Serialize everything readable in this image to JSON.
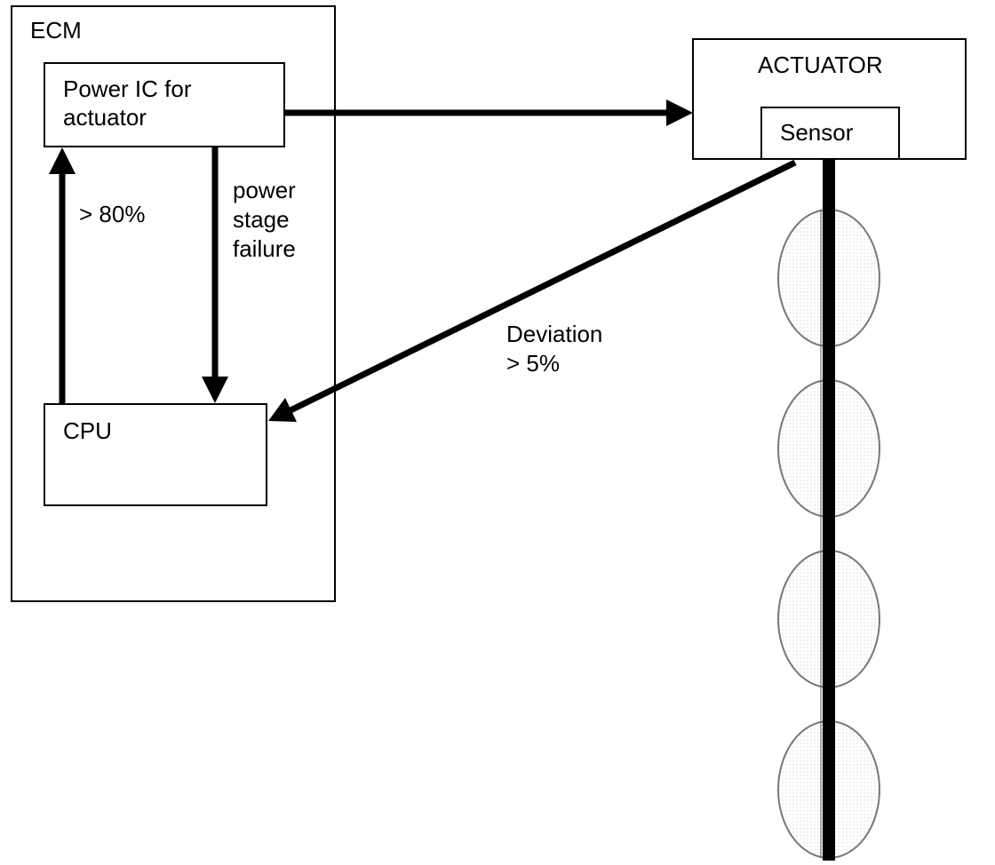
{
  "ecm": {
    "label": "ECM",
    "power_ic_line1": "Power IC for",
    "power_ic_line2": "actuator",
    "cpu_label": "CPU"
  },
  "actuator": {
    "label": "ACTUATOR",
    "sensor_label": "Sensor"
  },
  "annotations": {
    "threshold_80": "> 80%",
    "power_stage_line1": "power",
    "power_stage_line2": "stage",
    "power_stage_line3": "failure",
    "deviation_line1": "Deviation",
    "deviation_line2": "> 5%"
  },
  "colors": {
    "stroke": "#000000",
    "background": "#ffffff",
    "ellipse_stroke": "#777777"
  }
}
